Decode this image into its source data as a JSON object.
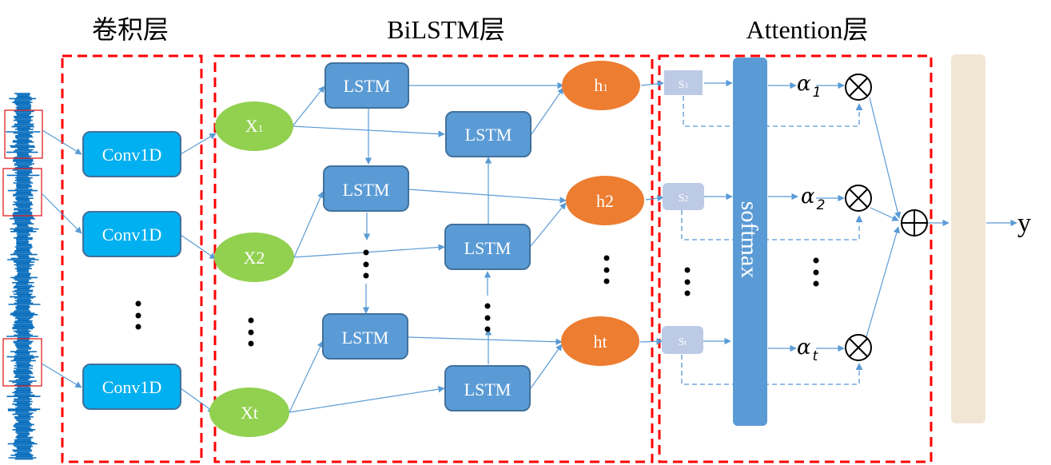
{
  "titles": {
    "conv": "卷积层",
    "bilstm": "BiLSTM层",
    "attention": "Attention层"
  },
  "conv_layer": {
    "blocks": [
      "Conv1D",
      "Conv1D",
      "Conv1D"
    ],
    "ellipsis": "⋮"
  },
  "bilstm_layer": {
    "inputs": [
      {
        "main": "X",
        "sub": "1"
      },
      {
        "main": "X2",
        "sub": ""
      },
      {
        "main": "Xt",
        "sub": ""
      }
    ],
    "forward_cells": [
      "LSTM",
      "LSTM",
      "LSTM"
    ],
    "backward_cells": [
      "LSTM",
      "LSTM",
      "LSTM"
    ],
    "hidden": [
      {
        "main": "h",
        "sub": "1"
      },
      {
        "main": "h2",
        "sub": ""
      },
      {
        "main": "ht",
        "sub": ""
      }
    ]
  },
  "attention_layer": {
    "scores": [
      {
        "main": "S",
        "sub": "1"
      },
      {
        "main": "S",
        "sub": "2"
      },
      {
        "main": "S",
        "sub": "t"
      }
    ],
    "softmax_label": "softmax",
    "weights": [
      {
        "symbol": "α",
        "sub": "1"
      },
      {
        "symbol": "α",
        "sub": "2"
      },
      {
        "symbol": "α",
        "sub": "t"
      }
    ],
    "multiply_symbol": "⊗",
    "sum_symbol": "⊕"
  },
  "output": {
    "label": "y"
  },
  "colors": {
    "conv_fill": "#00b0f0",
    "lstm_fill": "#5b9bd5",
    "input_fill": "#92d050",
    "hidden_fill": "#ed7d31",
    "score_fill": "#bdcae6",
    "softmax_fill": "#5b9bd5",
    "output_bar_fill": "#f1e6d4",
    "dashed_frame": "#ff0000",
    "arrow": "#5b9bd5",
    "signal": "#0a6ebd"
  }
}
